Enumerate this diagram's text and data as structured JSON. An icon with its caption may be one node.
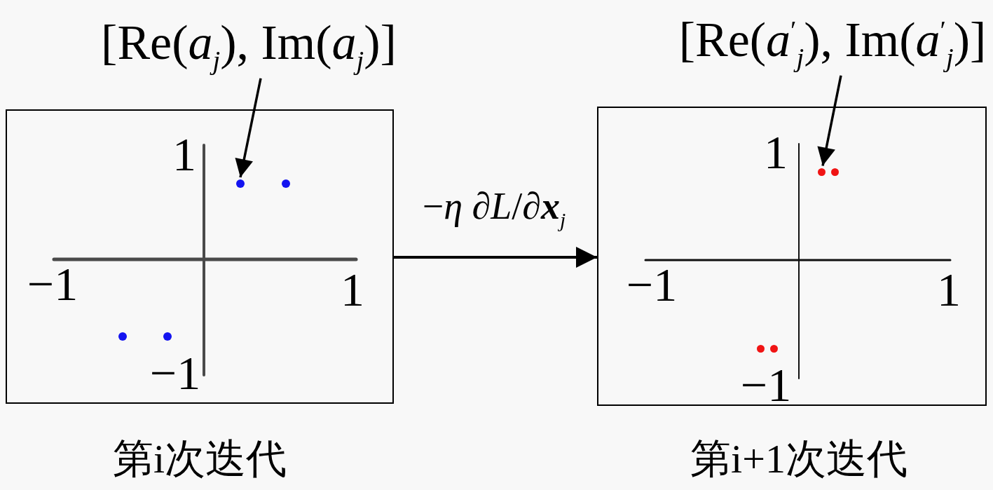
{
  "diagram": {
    "nodes": [
      {
        "text": [
          "[Re(*a*$_{j}$), Im(*a*$_{j}$)]"
        ]
      },
      {
        "text": [
          "[Re(*a*$^{′}$$_{j}$), Im(*a*$^{′}$$_{j}$)]"
        ]
      },
      {
        "text": [],
        "shape": "box",
        "beside": [
          "第i次迭代"
        ]
      },
      {
        "text": [],
        "shape": "circle",
        "in": 2
      },
      {
        "text": [],
        "shape": "circle",
        "in": 2
      },
      {
        "text": [],
        "shape": "circle",
        "in": 2
      },
      {
        "text": [],
        "shape": "circle",
        "in": 2
      },
      {
        "text": [],
        "shape": "box",
        "beside": [
          "第i+1次迭代"
        ]
      },
      {
        "text": [],
        "shape": "circle",
        "in": 7
      },
      {
        "text": [],
        "shape": "circle",
        "in": 7
      },
      {
        "text": [],
        "shape": "circle",
        "in": 7
      },
      {
        "text": [],
        "shape": "circle",
        "in": 7
      }
    ],
    "edges": [
      {
        "from": 0,
        "to": 3,
        "arrow": "to"
      },
      {
        "from": 1,
        "to": 8,
        "arrow": "to"
      },
      {
        "from": 2,
        "to": 7,
        "arrow": "to",
        "label": "−*η* ∂*L*/∂**x**$_{j}$"
      }
    ],
    "labels": [
      "1",
      "−1",
      "1",
      "−1",
      "1",
      "−1",
      "1",
      "−1"
    ]
  }
}
